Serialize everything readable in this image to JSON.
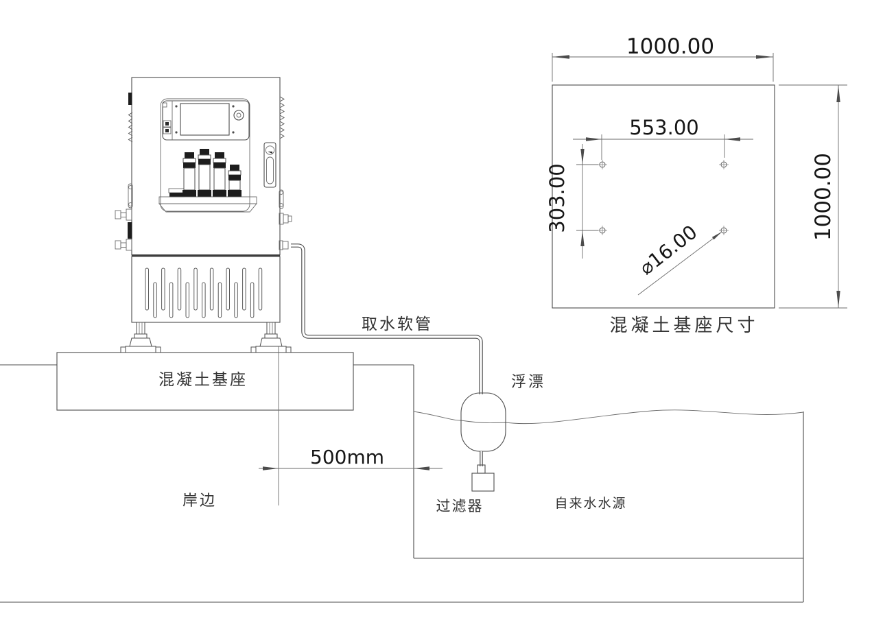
{
  "drawing": {
    "labels": {
      "hose": "取水软管",
      "float": "浮漂",
      "filter": "过滤器",
      "shore": "岸边",
      "water_source": "自来水水源",
      "concrete_base": "混凝土基座",
      "base_caption": "混凝土基座尺寸"
    },
    "dimensions": {
      "offset_500": "500mm",
      "base_width": "1000.00",
      "base_height": "1000.00",
      "hole_spacing_x": "553.00",
      "hole_spacing_y": "303.00",
      "hole_diameter": "⌀16.00"
    },
    "colors": {
      "line": "#4c4c4c",
      "text": "#161616",
      "background": "#ffffff"
    }
  }
}
